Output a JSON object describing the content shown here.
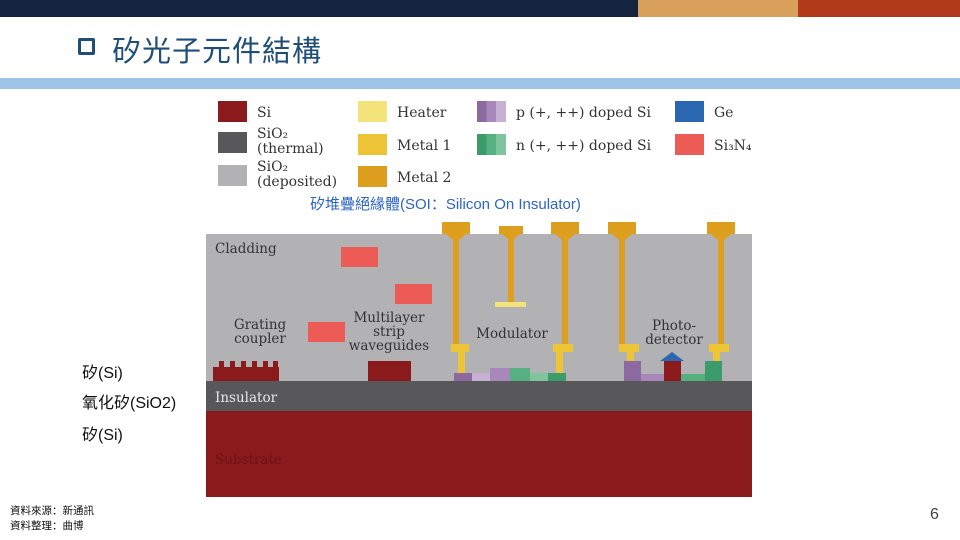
{
  "colors": {
    "navy": "#14233f",
    "tan": "#d9a05b",
    "rust": "#b03a1a",
    "title": "#1f4e79",
    "rule": "#9dc3e6",
    "caption": "#2e64c7"
  },
  "slide": {
    "title": "矽光子元件結構",
    "page_number": "6"
  },
  "legend": {
    "si": "Si",
    "sio2_thermal": {
      "line1": "SiO₂",
      "line2": "(thermal)"
    },
    "sio2_deposited": {
      "line1": "SiO₂",
      "line2": "(deposited)"
    },
    "heater": "Heater",
    "metal1": "Metal 1",
    "metal2": "Metal 2",
    "p_doped": "p (+, ++) doped Si",
    "n_doped": "n (+, ++) doped Si",
    "ge": "Ge",
    "si3n4": "Si₃N₄"
  },
  "caption": "矽堆疊絕緣體(SOI：Silicon On Insulator)",
  "diagram": {
    "cladding": "Cladding",
    "grating": {
      "line1": "Grating",
      "line2": "coupler"
    },
    "multilayer": {
      "line1": "Multilayer",
      "line2": "strip",
      "line3": "waveguides"
    },
    "modulator": "Modulator",
    "photodetector": {
      "line1": "Photo-",
      "line2": "detector"
    },
    "insulator": "Insulator",
    "substrate": "Substrate"
  },
  "side_labels": {
    "top": "矽(Si)",
    "mid": "氧化矽(SiO2)",
    "bottom": "矽(Si)"
  },
  "source": {
    "line1": "資料來源：新通訊",
    "line2": "資料整理：曲博"
  }
}
